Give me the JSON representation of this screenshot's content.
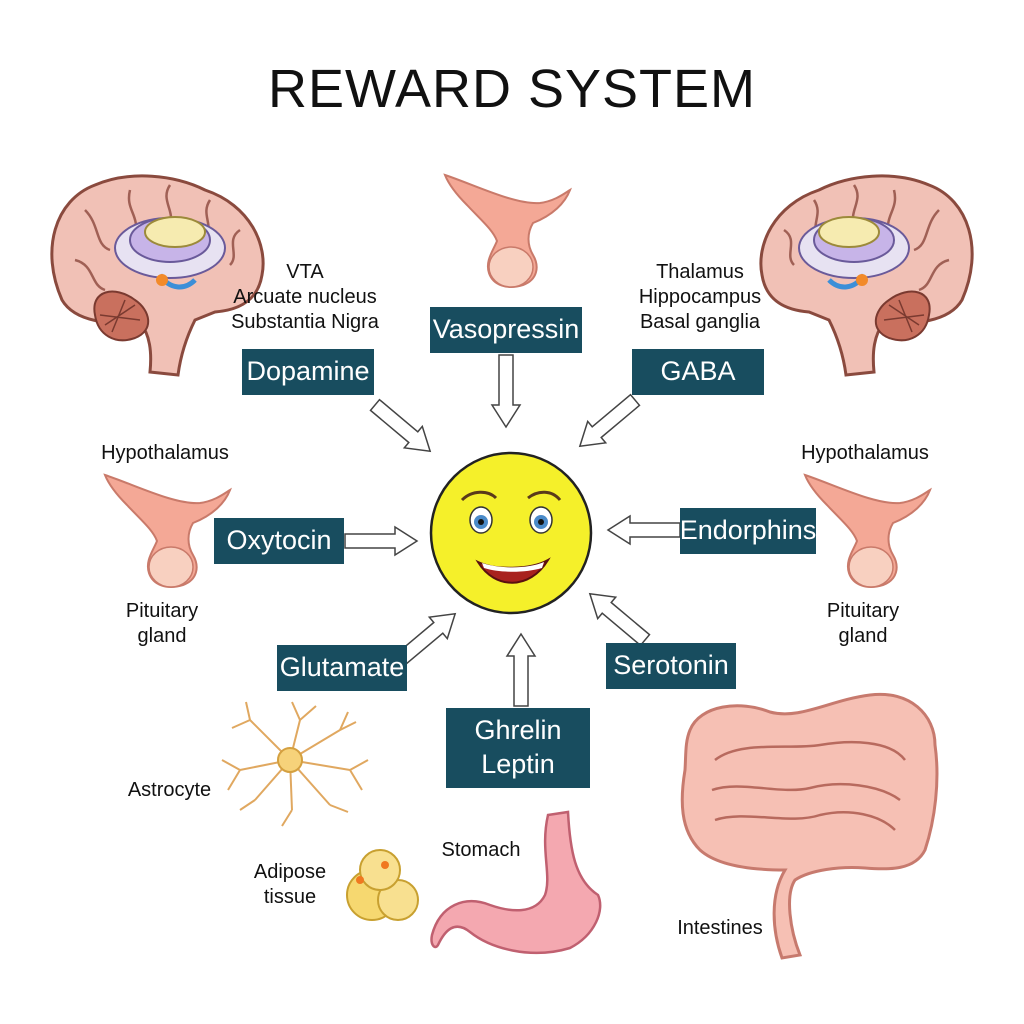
{
  "title": "REWARD SYSTEM",
  "colors": {
    "box_fill": "#184d5f",
    "box_text": "#ffffff",
    "smiley": "#f5f02a",
    "tissue_pink": "#f4a896",
    "brain": "#f1c1b6"
  },
  "transmitters": {
    "dopamine": "Dopamine",
    "vasopressin": "Vasopressin",
    "gaba": "GABA",
    "oxytocin": "Oxytocin",
    "endorphins": "Endorphins",
    "glutamate": "Glutamate",
    "serotonin": "Serotonin",
    "ghrelin": "Ghrelin",
    "leptin": "Leptin"
  },
  "labels": {
    "dopamine_sources": [
      "VTA",
      "Arcuate nucleus",
      "Substantia Nigra"
    ],
    "gaba_sources": [
      "Thalamus",
      "Hippocampus",
      "Basal ganglia"
    ],
    "hypothalamus_left": "Hypothalamus",
    "hypothalamus_right": "Hypothalamus",
    "pituitary_left": [
      "Pituitary",
      "gland"
    ],
    "pituitary_right": [
      "Pituitary",
      "gland"
    ],
    "astrocyte": "Astrocyte",
    "adipose": [
      "Adipose",
      "tissue"
    ],
    "stomach": "Stomach",
    "intestines": "Intestines"
  },
  "icons": [
    "brain-icon",
    "hypothalamus-pituitary-icon",
    "smiley-face-icon",
    "astrocyte-icon",
    "adipose-tissue-icon",
    "stomach-icon",
    "intestines-icon"
  ]
}
